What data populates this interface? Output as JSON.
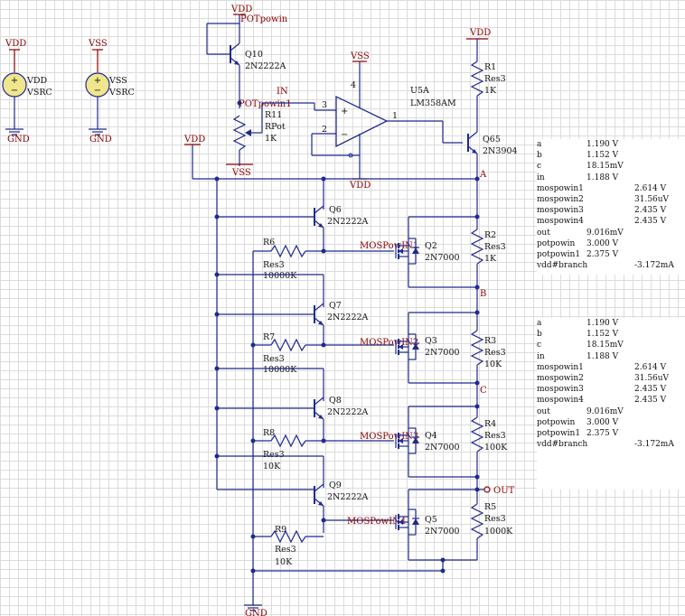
{
  "sources": [
    {
      "net": "VDD",
      "name": "VDD",
      "type": "VSRC",
      "gnd": "GND"
    },
    {
      "net": "VSS",
      "name": "VSS",
      "type": "VSRC",
      "gnd": "GND"
    }
  ],
  "nets": {
    "vdd": "VDD",
    "vss": "VSS",
    "gnd": "GND",
    "potpowin": "POTpowin",
    "potpowin1": "POTpowin1",
    "in": "IN",
    "a": "A",
    "b": "B",
    "c": "C",
    "out": "OUT",
    "mos1": "MOSPowIN1",
    "mos2": "MOSPowIN2",
    "mos3": "MOSPowIN3",
    "mos4": "MOSPowIN4"
  },
  "components": {
    "q10": {
      "ref": "Q10",
      "value": "2N2222A"
    },
    "r11": {
      "ref": "R11",
      "type": "RPot",
      "value": "1K"
    },
    "u5": {
      "ref": "U5A",
      "value": "LM358AM",
      "pin_plus": "3",
      "pin_minus": "2",
      "pin_out": "1",
      "pin_v": "4",
      "sym_plus": "+",
      "sym_minus": "−"
    },
    "r1": {
      "ref": "R1",
      "type": "Res3",
      "value": "1K"
    },
    "q65": {
      "ref": "Q65",
      "value": "2N3904"
    },
    "q6": {
      "ref": "Q6",
      "value": "2N2222A"
    },
    "q7": {
      "ref": "Q7",
      "value": "2N2222A"
    },
    "q8": {
      "ref": "Q8",
      "value": "2N2222A"
    },
    "q9": {
      "ref": "Q9",
      "value": "2N2222A"
    },
    "r6": {
      "ref": "R6",
      "type": "Res3",
      "value": "10000K"
    },
    "r7": {
      "ref": "R7",
      "type": "Res3",
      "value": "10000K"
    },
    "r8": {
      "ref": "R8",
      "type": "Res3",
      "value": "10K"
    },
    "r9": {
      "ref": "R9",
      "type": "Res3",
      "value": "10K"
    },
    "q2": {
      "ref": "Q2",
      "value": "2N7000"
    },
    "q3": {
      "ref": "Q3",
      "value": "2N7000"
    },
    "q4": {
      "ref": "Q4",
      "value": "2N7000"
    },
    "q5": {
      "ref": "Q5",
      "value": "2N7000"
    },
    "r2": {
      "ref": "R2",
      "type": "Res3",
      "value": "1K"
    },
    "r3": {
      "ref": "R3",
      "type": "Res3",
      "value": "10K"
    },
    "r4": {
      "ref": "R4",
      "type": "Res3",
      "value": "100K"
    },
    "r5": {
      "ref": "R5",
      "type": "Res3",
      "value": "1000K"
    }
  },
  "probe_tables": [
    {
      "rows": [
        {
          "name": "a",
          "v1": "1.190 V",
          "v2": ""
        },
        {
          "name": "b",
          "v1": "1.152 V",
          "v2": ""
        },
        {
          "name": "c",
          "v1": "18.15mV",
          "v2": ""
        },
        {
          "name": "in",
          "v1": "1.188 V",
          "v2": ""
        },
        {
          "name": "mospowin1",
          "v1": "",
          "v2": "2.614 V"
        },
        {
          "name": "mospowin2",
          "v1": "",
          "v2": "31.56uV"
        },
        {
          "name": "mospowin3",
          "v1": "",
          "v2": "2.435 V"
        },
        {
          "name": "mospowin4",
          "v1": "",
          "v2": "2.435 V"
        },
        {
          "name": "out",
          "v1": "9.016mV",
          "v2": ""
        },
        {
          "name": "potpowin",
          "v1": "3.000 V",
          "v2": ""
        },
        {
          "name": "potpowin1",
          "v1": "2.375 V",
          "v2": ""
        },
        {
          "name": "vdd#branch",
          "v1": "",
          "v2": "-3.172mA"
        }
      ]
    },
    {
      "rows": [
        {
          "name": "a",
          "v1": "1.190 V",
          "v2": ""
        },
        {
          "name": "b",
          "v1": "1.152 V",
          "v2": ""
        },
        {
          "name": "c",
          "v1": "18.15mV",
          "v2": ""
        },
        {
          "name": "in",
          "v1": "1.188 V",
          "v2": ""
        },
        {
          "name": "mospowin1",
          "v1": "",
          "v2": "2.614 V"
        },
        {
          "name": "mospowin2",
          "v1": "",
          "v2": "31.56uV"
        },
        {
          "name": "mospowin3",
          "v1": "",
          "v2": "2.435 V"
        },
        {
          "name": "mospowin4",
          "v1": "",
          "v2": "2.435 V"
        },
        {
          "name": "out",
          "v1": "9.016mV",
          "v2": ""
        },
        {
          "name": "potpowin",
          "v1": "3.000 V",
          "v2": ""
        },
        {
          "name": "potpowin1",
          "v1": "2.375 V",
          "v2": ""
        },
        {
          "name": "vdd#branch",
          "v1": "",
          "v2": "-3.172mA"
        }
      ]
    }
  ]
}
